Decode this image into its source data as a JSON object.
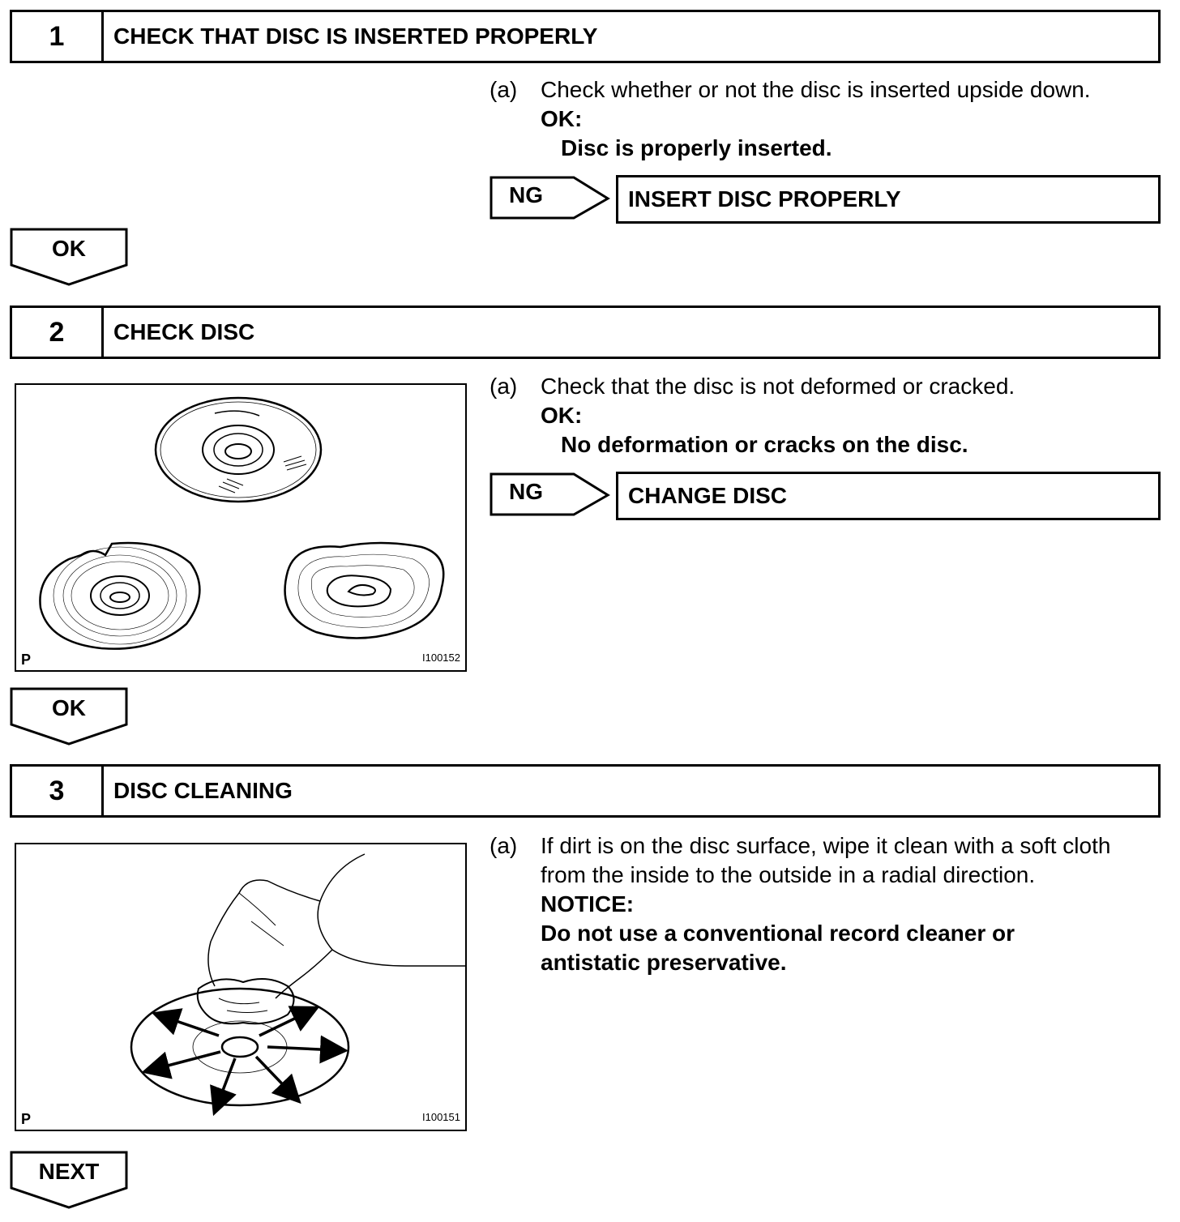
{
  "steps": [
    {
      "number": "1",
      "title": "CHECK THAT DISC IS INSERTED PROPERLY",
      "item_tag": "(a)",
      "instruction": "Check whether or not the disc is inserted upside down.",
      "ok_heading": "OK:",
      "ok_text": "Disc is properly inserted.",
      "ng_label": "NG",
      "ng_action": "INSERT DISC PROPERLY",
      "next_label": "OK"
    },
    {
      "number": "2",
      "title": "CHECK DISC",
      "item_tag": "(a)",
      "instruction": "Check that the disc is not deformed or cracked.",
      "ok_heading": "OK:",
      "ok_text": "No deformation or cracks on the disc.",
      "ng_label": "NG",
      "ng_action": "CHANGE DISC",
      "next_label": "OK",
      "figure": {
        "corner_letter": "P",
        "figure_id": "I100152"
      }
    },
    {
      "number": "3",
      "title": "DISC CLEANING",
      "item_tag": "(a)",
      "instruction_line1": "If dirt is on the disc surface, wipe it clean with a soft cloth",
      "instruction_line2": "from the inside to the outside in a radial direction.",
      "notice_heading": "NOTICE:",
      "notice_line1": "Do not use a conventional record cleaner or",
      "notice_line2": "antistatic preservative.",
      "next_label": "NEXT",
      "figure": {
        "corner_letter": "P",
        "figure_id": "I100151"
      }
    }
  ]
}
